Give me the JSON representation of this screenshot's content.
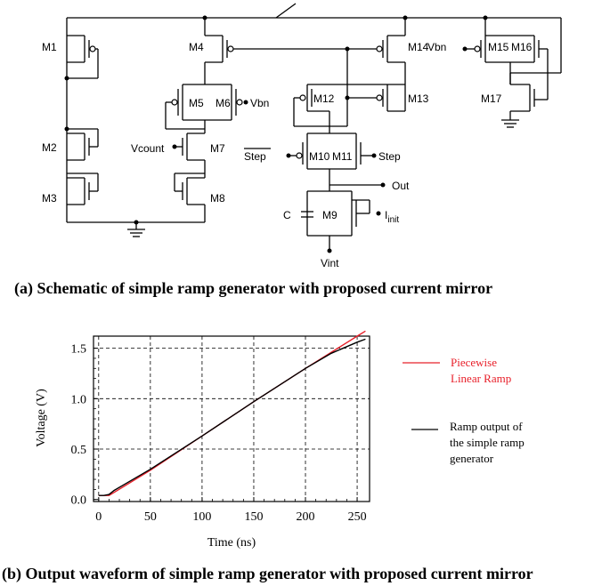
{
  "schematic": {
    "transistors": [
      "M1",
      "M2",
      "M3",
      "M4",
      "M5",
      "M6",
      "M7",
      "M8",
      "M9",
      "M10",
      "M11",
      "M12",
      "M13",
      "M14",
      "M15",
      "M16",
      "M17"
    ],
    "signals": {
      "vbn_left": "Vbn",
      "vbn_right": "Vbn",
      "vcount": "Vcount",
      "step_bar": "Step",
      "step": "Step",
      "out": "Out",
      "cap": "C",
      "iinit_main": "I",
      "iinit_sub": "init",
      "vint": "Vint"
    },
    "caption": "(a) Schematic of simple ramp generator with proposed current mirror"
  },
  "chart_data": {
    "type": "line",
    "xlabel": "Time (ns)",
    "ylabel": "Voltage (V)",
    "xlim": [
      -5,
      262
    ],
    "ylim": [
      -0.02,
      1.62
    ],
    "xticks": [
      0,
      50,
      100,
      150,
      200,
      250
    ],
    "xtick_labels": [
      "0",
      "50",
      "100",
      "150",
      "200",
      "250"
    ],
    "yticks": [
      0.0,
      0.5,
      1.0,
      1.5
    ],
    "ytick_labels": [
      "0.0",
      "0.5",
      "1.0",
      "1.5"
    ],
    "grid": true,
    "legend_placement": "right-outside",
    "series": [
      {
        "name": "Piecewise Linear Ramp",
        "color": "#e8202a",
        "x": [
          0,
          10,
          50,
          100,
          150,
          200,
          250,
          258
        ],
        "y": [
          0.04,
          0.04,
          0.29,
          0.63,
          0.97,
          1.3,
          1.62,
          1.67
        ]
      },
      {
        "name": "Ramp output of the simple ramp generator",
        "color": "#000000",
        "x": [
          0,
          5,
          10,
          15,
          25,
          50,
          100,
          150,
          200,
          225,
          250,
          258
        ],
        "y": [
          0.04,
          0.04,
          0.05,
          0.09,
          0.15,
          0.3,
          0.63,
          0.97,
          1.3,
          1.45,
          1.56,
          1.59
        ]
      }
    ],
    "legend": [
      {
        "lines": [
          "Piecewise",
          "Linear Ramp"
        ],
        "color": "#e8202a"
      },
      {
        "lines": [
          "Ramp output of",
          "the simple ramp",
          "generator"
        ],
        "color": "#000000"
      }
    ],
    "caption": "(b) Output  waveform of simple ramp generator  with proposed current mirror"
  }
}
